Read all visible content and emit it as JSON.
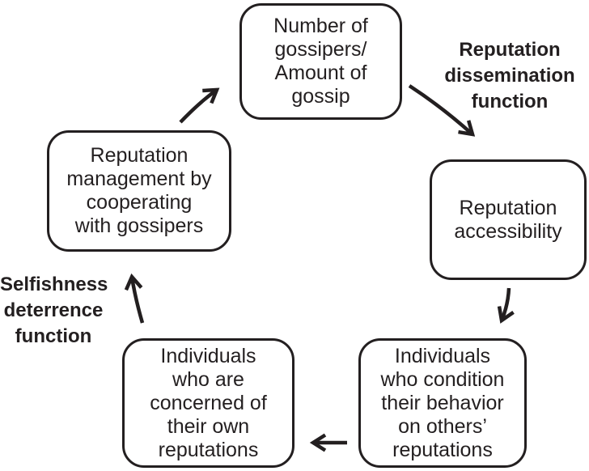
{
  "diagram": {
    "type": "cycle-flowchart",
    "colors": {
      "ink": "#231f20",
      "background": "#ffffff"
    },
    "nodes": {
      "top": {
        "label": "Number of\ngossipers/\nAmount of\ngossip"
      },
      "right": {
        "label": "Reputation\naccessibility"
      },
      "bottom_right": {
        "label": "Individuals\nwho condition\ntheir behavior\non others’\nreputations"
      },
      "bottom_left": {
        "label": "Individuals\nwho are\nconcerned of\ntheir own\nreputations"
      },
      "upper_left": {
        "label": "Reputation\nmanagement by\ncooperating\nwith gossipers"
      }
    },
    "edge_labels": {
      "dissemination": {
        "label": "Reputation\ndissemination\nfunction"
      },
      "deterrence": {
        "label": "Selfishness\ndeterrence\nfunction"
      }
    },
    "edges": [
      {
        "from": "top",
        "to": "right",
        "label": "Reputation dissemination function"
      },
      {
        "from": "right",
        "to": "bottom_right",
        "label": ""
      },
      {
        "from": "bottom_right",
        "to": "bottom_left",
        "label": ""
      },
      {
        "from": "bottom_left",
        "to": "upper_left",
        "label": "Selfishness deterrence function"
      },
      {
        "from": "upper_left",
        "to": "top",
        "label": ""
      }
    ]
  }
}
